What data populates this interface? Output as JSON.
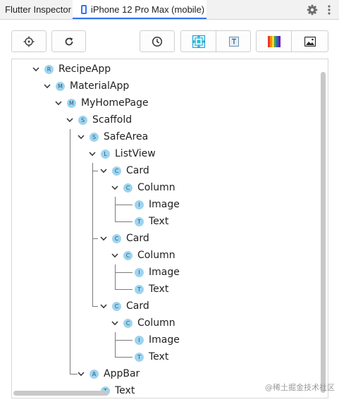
{
  "tabs": [
    {
      "label": "Flutter Inspector",
      "icon": null,
      "active": false
    },
    {
      "label": "iPhone 12 Pro Max (mobile)",
      "icon": "phone-icon",
      "active": true
    }
  ],
  "header_actions": [
    "gear-icon",
    "more-vert-icon"
  ],
  "toolbar": {
    "buttons": [
      "target-icon",
      "refresh-icon",
      "slow-animations-clock-icon"
    ],
    "debug_paint_group": [
      "debug-paint-icon",
      "paint-baselines-icon"
    ],
    "performance_group": [
      "repaint-rainbow-icon",
      "oversized-images-icon"
    ]
  },
  "colors": {
    "accent": "#3574f0",
    "badge": "#9ed4ef",
    "tree_line": "#7a7a7a"
  },
  "tree": [
    {
      "badge": "R",
      "label": "RecipeApp"
    },
    {
      "badge": "M",
      "label": "MaterialApp"
    },
    {
      "badge": "M",
      "label": "MyHomePage"
    },
    {
      "badge": "S",
      "label": "Scaffold"
    },
    {
      "badge": "S",
      "label": "SafeArea"
    },
    {
      "badge": "L",
      "label": "ListView"
    },
    {
      "badge": "C",
      "label": "Card"
    },
    {
      "badge": "C",
      "label": "Column"
    },
    {
      "badge": "I",
      "label": "Image"
    },
    {
      "badge": "T",
      "label": "Text"
    },
    {
      "badge": "C",
      "label": "Card"
    },
    {
      "badge": "C",
      "label": "Column"
    },
    {
      "badge": "I",
      "label": "Image"
    },
    {
      "badge": "T",
      "label": "Text"
    },
    {
      "badge": "C",
      "label": "Card"
    },
    {
      "badge": "C",
      "label": "Column"
    },
    {
      "badge": "I",
      "label": "Image"
    },
    {
      "badge": "T",
      "label": "Text"
    },
    {
      "badge": "A",
      "label": "AppBar"
    },
    {
      "badge": "T",
      "label": "Text"
    }
  ],
  "watermark": "@稀土掘金技术社区"
}
